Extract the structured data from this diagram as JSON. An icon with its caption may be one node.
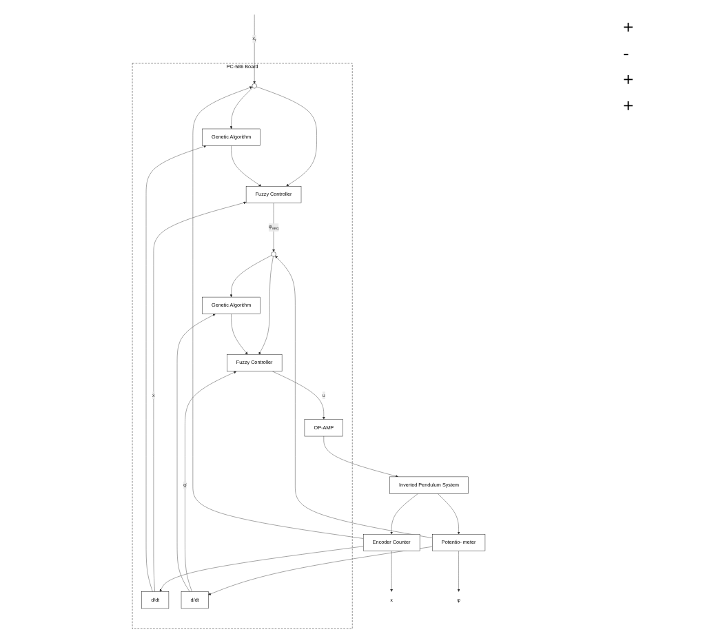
{
  "diagram": {
    "nodes": [
      {
        "text": [
          "PC-586 Board"
        ]
      },
      {
        "text": [],
        "shape": "circle",
        "in": 0
      },
      {
        "text": [
          "Genetic Algorithm"
        ],
        "in": 0
      },
      {
        "text": [
          "Fuzzy Controller"
        ],
        "in": 0
      },
      {
        "text": [],
        "shape": "circle",
        "in": 0
      },
      {
        "text": [
          "Genetic Algorithm"
        ],
        "in": 0
      },
      {
        "text": [
          "Fuzzy Controller"
        ],
        "in": 0
      },
      {
        "text": [
          "d/dt"
        ],
        "in": 0
      },
      {
        "text": [
          "OP-AMP"
        ],
        "in": 0
      },
      {
        "text": [
          "d/dt"
        ],
        "in": 0
      },
      {
        "text": [
          "Inverted Pendulum System"
        ]
      },
      {
        "text": [
          "Encoder Counter"
        ]
      },
      {
        "text": [
          "Potentio- meter"
        ]
      },
      {
        "text": [
          "x"
        ]
      },
      {
        "text": [
          "φ"
        ]
      }
    ],
    "edges": [
      {
        "from": null,
        "to": 1,
        "arrow": "to",
        "label": "x$_{r}$"
      },
      {
        "from": 1,
        "to": 2,
        "arrow": "to"
      },
      {
        "from": 1,
        "to": 3,
        "arrow": "to"
      },
      {
        "from": 2,
        "to": 3,
        "arrow": "to"
      },
      {
        "from": 3,
        "to": 4,
        "arrow": "to",
        "label": "φ$_{veq}$"
      },
      {
        "from": 7,
        "to": 3,
        "arrow": "to",
        "label": "ẋ"
      },
      {
        "from": 7,
        "to": 2,
        "arrow": "to"
      },
      {
        "from": 4,
        "to": 5,
        "arrow": "to"
      },
      {
        "from": 4,
        "to": 6,
        "arrow": "to"
      },
      {
        "from": 5,
        "to": 6,
        "arrow": "to"
      },
      {
        "from": 6,
        "to": 8,
        "arrow": "to",
        "label": "u"
      },
      {
        "from": 9,
        "to": 6,
        "arrow": "to",
        "label": "φ̇"
      },
      {
        "from": 9,
        "to": 5,
        "arrow": "to"
      },
      {
        "from": 8,
        "to": 10,
        "arrow": "to"
      },
      {
        "from": 10,
        "to": 11,
        "arrow": "to"
      },
      {
        "from": 10,
        "to": 12,
        "arrow": "to"
      },
      {
        "from": 11,
        "to": 13,
        "arrow": "to"
      },
      {
        "from": 11,
        "to": 7,
        "arrow": "to"
      },
      {
        "from": 11,
        "to": 1,
        "arrow": "to"
      },
      {
        "from": 12,
        "to": 14,
        "arrow": "to"
      },
      {
        "from": 12,
        "to": 9,
        "arrow": "to"
      },
      {
        "from": 12,
        "to": 4,
        "arrow": "to"
      }
    ],
    "labels": [
      "+",
      "-",
      "+",
      "+"
    ]
  }
}
